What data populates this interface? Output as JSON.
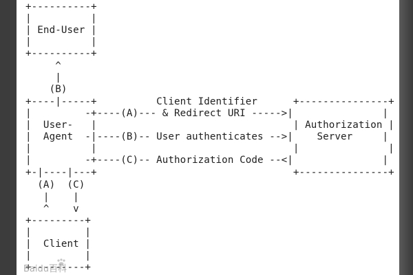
{
  "diagram": {
    "lines": [
      "+----------+",
      "|          |",
      "| End-User |",
      "|          |",
      "+----------+",
      "     ^",
      "     |",
      "    (B)",
      "+----|-----+          Client Identifier      +---------------+",
      "|         -+----(A)--- & Redirect URI ----->|               |",
      "|  User-   |                                 | Authorization |",
      "|  Agent  -|----(B)-- User authenticates -->|    Server     |",
      "|          |                                 |               |",
      "|         -+----(C)-- Authorization Code --<|               |",
      "+-|----|---+                                 +---------------+",
      "  (A)  (C)",
      "   |    |",
      "   ^    v",
      "+---------+",
      "|         |",
      "|  Client |",
      "|         |",
      "+---------+"
    ],
    "watermark_text": "Baidu百科"
  },
  "colors": {
    "background": "#3c3c3c",
    "sheet": "#ffffff",
    "text": "#1e1e1e"
  }
}
